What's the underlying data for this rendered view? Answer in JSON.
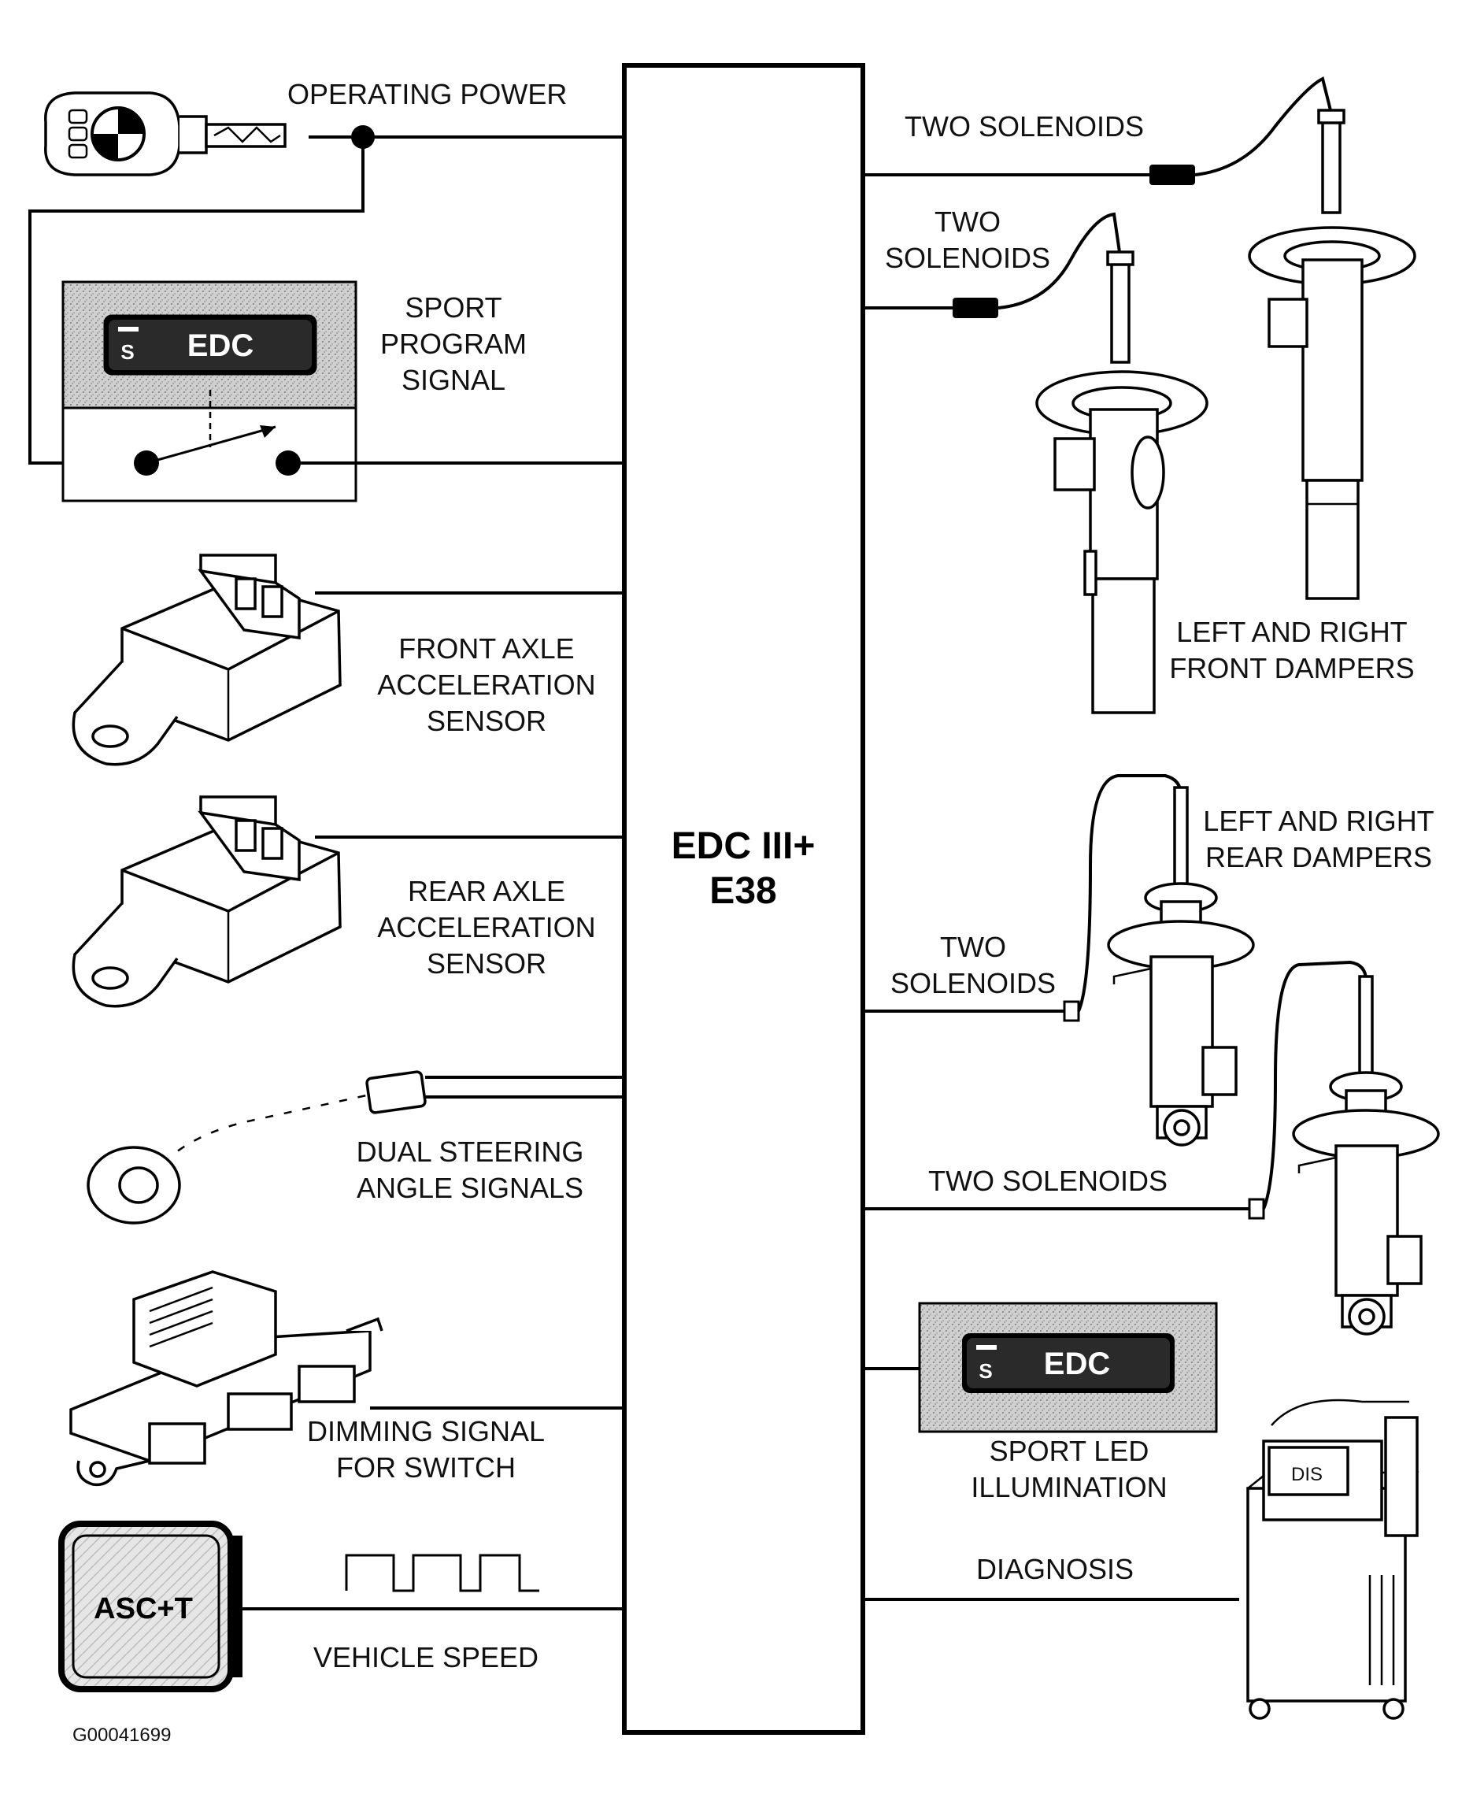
{
  "ecu": {
    "line1": "EDC III+",
    "line2": "E38"
  },
  "inputs": {
    "operating_power": "OPERATING POWER",
    "sport_program": [
      "SPORT",
      "PROGRAM",
      "SIGNAL"
    ],
    "front_axle": [
      "FRONT AXLE",
      "ACCELERATION",
      "SENSOR"
    ],
    "rear_axle": [
      "REAR AXLE",
      "ACCELERATION",
      "SENSOR"
    ],
    "steering": [
      "DUAL STEERING",
      "ANGLE SIGNALS"
    ],
    "dimming": [
      "DIMMING SIGNAL",
      "FOR SWITCH"
    ],
    "vehicle_speed": "VEHICLE SPEED",
    "asc_module": "ASC+T"
  },
  "outputs": {
    "two_solenoids_1": "TWO SOLENOIDS",
    "two_solenoids_2": [
      "TWO",
      "SOLENOIDS"
    ],
    "front_dampers": [
      "LEFT AND RIGHT",
      "FRONT DAMPERS"
    ],
    "rear_dampers": [
      "LEFT AND RIGHT",
      "REAR DAMPERS"
    ],
    "two_solenoids_3": [
      "TWO",
      "SOLENOIDS"
    ],
    "two_solenoids_4": "TWO SOLENOIDS",
    "sport_led": [
      "SPORT LED",
      "ILLUMINATION"
    ],
    "diagnosis": "DIAGNOSIS",
    "dis_label": "DIS"
  },
  "switch": {
    "label": "EDC",
    "s_label": "S"
  },
  "figure_id": "G00041699"
}
